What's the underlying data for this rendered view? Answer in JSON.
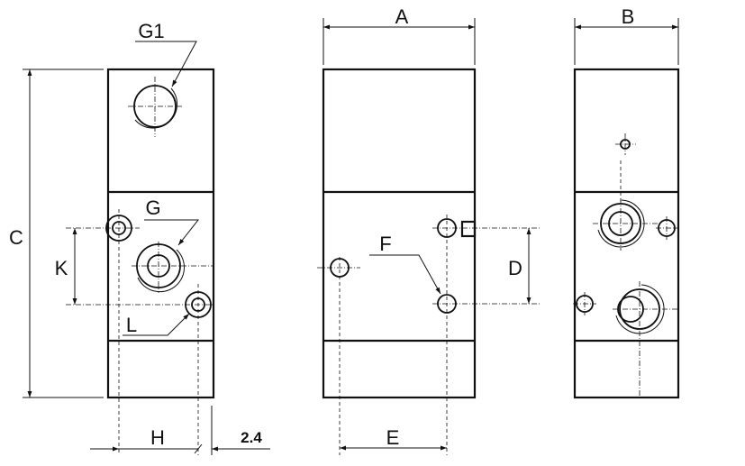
{
  "title": "Valve body dimension drawing",
  "labels": {
    "G1": "G1",
    "G": "G",
    "K": "K",
    "L": "L",
    "C": "C",
    "H": "H",
    "offset": "2.4",
    "A": "A",
    "F": "F",
    "D": "D",
    "E": "E",
    "B": "B"
  },
  "colors": {
    "line": "#111111",
    "background": "#ffffff"
  }
}
